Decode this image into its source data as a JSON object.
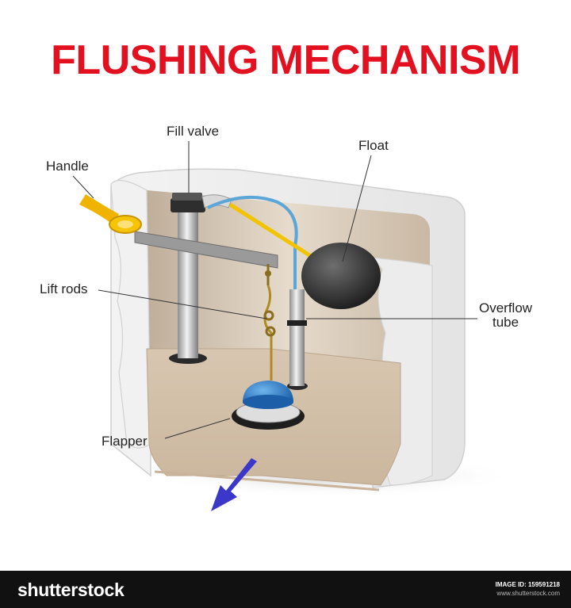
{
  "title": "FLUSHING MECHANISM",
  "labels": {
    "fill_valve": "Fill valve",
    "float": "Float",
    "handle": "Handle",
    "lift_rods": "Lift rods",
    "overflow_line1": "Overflow",
    "overflow_line2": "tube",
    "flapper": "Flapper"
  },
  "footer": {
    "logo": "shutterstock",
    "image_id": "IMAGE ID: 159591218",
    "site": "www.shutterstock.com"
  },
  "colors": {
    "title": "#e3101f",
    "footer_bg": "#111111",
    "arrow": "#3b37c9",
    "flapper": "#1f6fb8",
    "handle": "#f0b400"
  }
}
